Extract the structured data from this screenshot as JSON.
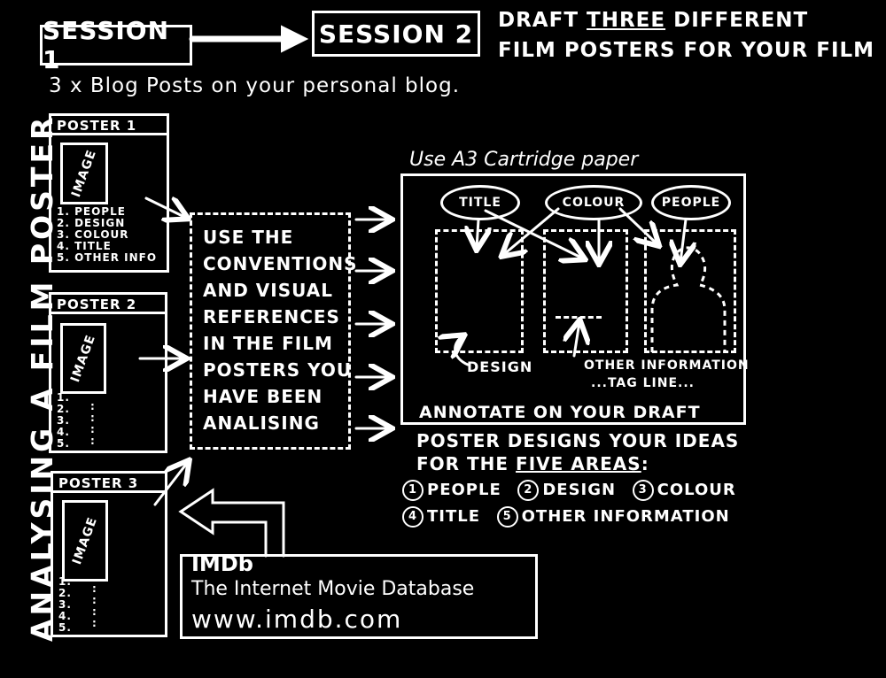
{
  "header": {
    "session1": "SESSION 1",
    "session2": "SESSION 2",
    "task_line1_pre": "DRAFT ",
    "task_line1_emph": "THREE",
    "task_line1_post": " DIFFERENT",
    "task_line2": "FILM POSTERS FOR YOUR FILM",
    "blog": "3 x Blog Posts on your personal blog."
  },
  "side_title": "ANALYSING A FILM POSTER",
  "posters": [
    {
      "title": "POSTER 1",
      "image": "IMAGE",
      "items": [
        "1. PEOPLE",
        "2. DESIGN",
        "3. COLOUR",
        "4. TITLE",
        "5. OTHER INFO"
      ]
    },
    {
      "title": "POSTER 2",
      "image": "IMAGE",
      "items": [
        "1.",
        "2.",
        "3.",
        "4.",
        "5."
      ]
    },
    {
      "title": "POSTER 3",
      "image": "IMAGE",
      "items": [
        "1.",
        "2.",
        "3.",
        "4.",
        "5."
      ]
    }
  ],
  "conventions": [
    "USE THE",
    "CONVENTIONS",
    "AND VISUAL",
    "REFERENCES",
    "IN THE FILM",
    "POSTERS YOU",
    "HAVE BEEN",
    "ANALISING"
  ],
  "imdb": {
    "line1": "IMDb",
    "line2": "The Internet Movie Database",
    "line3": "www.imdb.com"
  },
  "a3": {
    "label": "Use A3 Cartridge paper",
    "pill_title": "TITLE",
    "pill_colour": "COLOUR",
    "pill_people": "PEOPLE",
    "design": "DESIGN",
    "other_info": "OTHER INFORMATION",
    "tag_line": "...TAG LINE...",
    "annotate": "ANNOTATE ON YOUR DRAFT"
  },
  "ideas": {
    "line1": "POSTER DESIGNS YOUR IDEAS",
    "line2_pre": "FOR THE ",
    "line2_emph": "FIVE AREAS",
    "line2_post": ":",
    "areas": [
      {
        "num": "1",
        "label": "PEOPLE"
      },
      {
        "num": "2",
        "label": "DESIGN"
      },
      {
        "num": "3",
        "label": "COLOUR"
      },
      {
        "num": "4",
        "label": "TITLE"
      },
      {
        "num": "5",
        "label": "OTHER INFORMATION"
      }
    ]
  }
}
